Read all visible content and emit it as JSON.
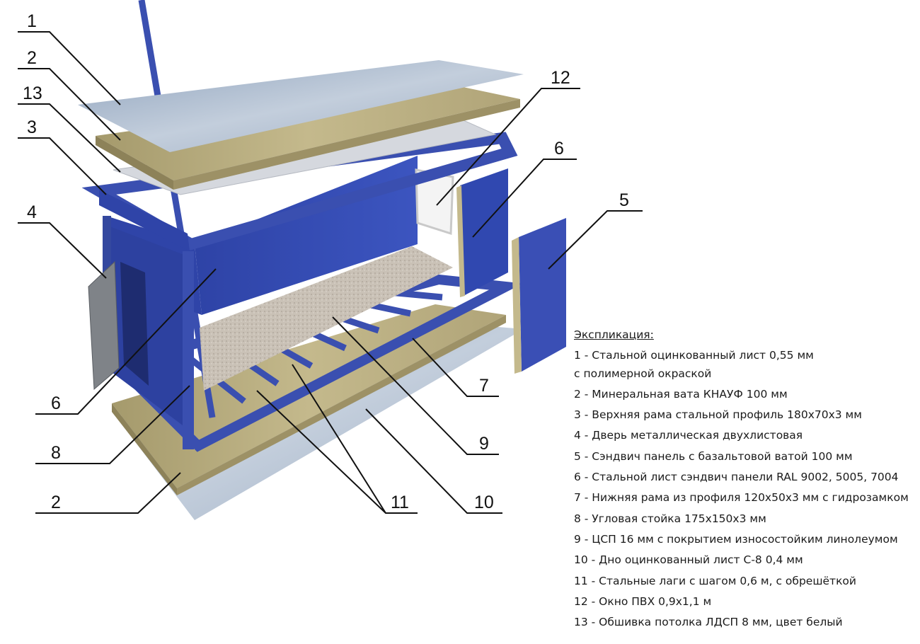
{
  "callouts": [
    "1",
    "2",
    "13",
    "3",
    "4",
    "12",
    "6",
    "5",
    "6",
    "8",
    "2",
    "11",
    "10",
    "9",
    "7"
  ],
  "legend": {
    "title": "Экспликация:",
    "items": [
      "1 - Стальной оцинкованный лист 0,55 мм",
      "с полимерной окраской",
      "2 - Минеральная вата КНАУФ 100 мм",
      "3 - Верхняя рама стальной профиль 180х70х3 мм",
      "4 - Дверь металлическая двухлистовая",
      "5 - Сэндвич панель с базальтовой ватой 100 мм",
      "6 - Стальной лист сэндвич панели RAL 9002, 5005, 7004",
      "7 - Нижняя рама из профиля 120х50х3 мм с гидрозамком",
      "8 - Угловая стойка 175х150х3 мм",
      "9 - ЦСП 16 мм с покрытием износостойким линолеумом",
      "10 - Дно оцинкованный лист С-8 0,4 мм",
      "11 - Стальные лаги с шагом 0,6 м, с обрешёткой",
      "12 - Окно ПВХ 0,9х1,1 м",
      "13 - Обшивка потолка ЛДСП 8 мм, цвет белый"
    ]
  },
  "colors": {
    "frame": "#3a4fb0",
    "frame_dark": "#27378a",
    "wool": "#b8ab7c",
    "steel": "#a9b7c9",
    "floor": "#cfc8bd"
  }
}
